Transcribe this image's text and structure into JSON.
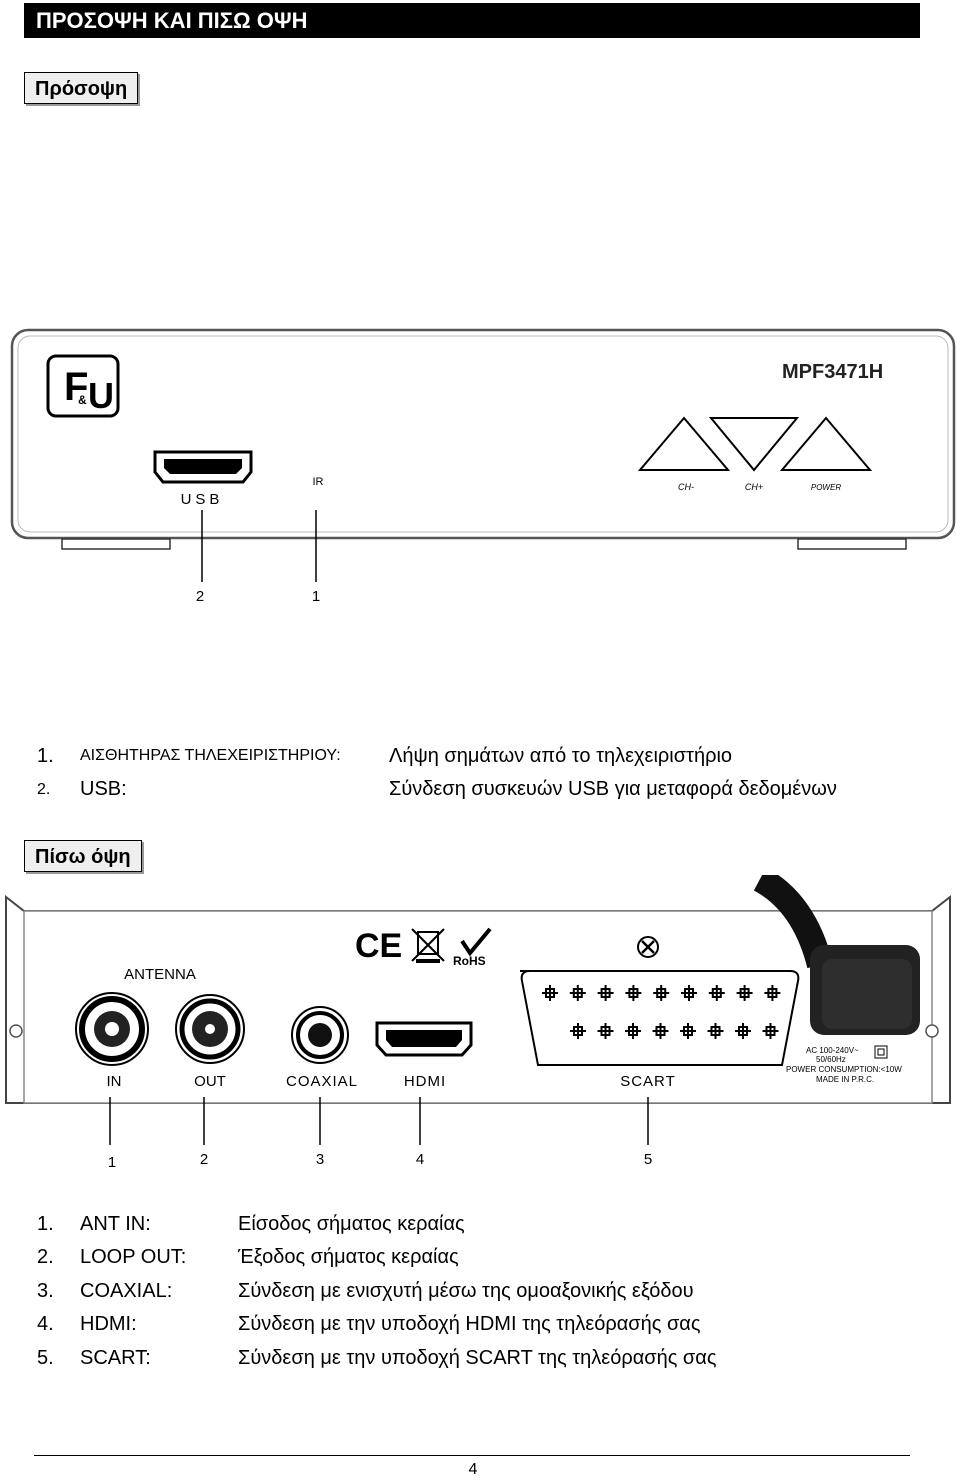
{
  "header": {
    "title": "ΠΡΟΣΟΨΗ ΚΑΙ ΠΙΣΩ ΟΨΗ"
  },
  "front": {
    "heading": "Πρόσοψη",
    "panel": {
      "logo_top": "F",
      "logo_amp": "&",
      "logo_bottom": "U",
      "model": "MPF3471H",
      "usb_label": "USB",
      "ir_label": "IR",
      "btn_chminus": "CH-",
      "btn_chplus": "CH+",
      "btn_power": "POWER",
      "callout_usb": "2",
      "callout_ir": "1"
    },
    "items": [
      {
        "num": "1.",
        "term": "ΑΙΣΘΗΤΗΡΑΣ ΤΗΛΕΧΕΙΡΙΣΤΗΡΙΟΥ:",
        "desc": "Λήψη σημάτων από το τηλεχειριστήριο"
      },
      {
        "num": "2.",
        "term": "USB:",
        "desc": "Σύνδεση συσκευών USB για μεταφορά δεδομένων"
      }
    ]
  },
  "back": {
    "heading": "Πίσω όψη",
    "panel": {
      "antenna": "ANTENNA",
      "in": "IN",
      "out": "OUT",
      "coaxial": "COAXIAL",
      "hdmi": "HDMI",
      "scart": "SCART",
      "ce": "CE",
      "rohs": "RoHS",
      "power_line1": "AC 100-240V~",
      "power_line2": "50/60Hz",
      "power_line3": "POWER CONSUMPTION:<10W",
      "power_line4": "MADE IN P.R.C.",
      "callouts": [
        "1",
        "2",
        "3",
        "4",
        "5"
      ]
    },
    "items": [
      {
        "num": "1.",
        "term": "ANT IN:",
        "desc": "Είσοδος σήματος κεραίας"
      },
      {
        "num": "2.",
        "term": "LOOP OUT:",
        "desc": "Έξοδος σήματος κεραίας"
      },
      {
        "num": "3.",
        "term": "COAXIAL:",
        "desc": "Σύνδεση με ενισχυτή μέσω της ομοαξονικής εξόδου"
      },
      {
        "num": "4.",
        "term": "HDMI:",
        "desc": "Σύνδεση με την υποδοχή HDMI της τηλεόρασής σας"
      },
      {
        "num": "5.",
        "term": "SCART:",
        "desc": "Σύνδεση με την υποδοχή SCART της τηλεόρασής σας"
      }
    ]
  },
  "footer": {
    "page": "4"
  }
}
